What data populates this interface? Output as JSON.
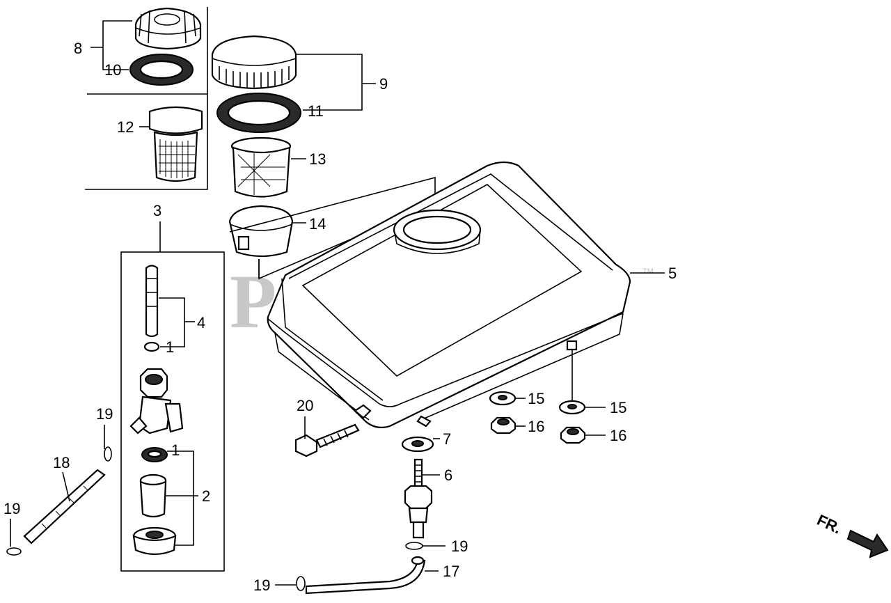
{
  "watermark": {
    "text": "PartsTree",
    "trademark": "™"
  },
  "direction_indicator": {
    "text": "FR."
  },
  "callouts": {
    "c1a": "1",
    "c1b": "1",
    "c2": "2",
    "c3": "3",
    "c4": "4",
    "c5": "5",
    "c6": "6",
    "c7": "7",
    "c8": "8",
    "c9": "9",
    "c10": "10",
    "c11": "11",
    "c12": "12",
    "c13": "13",
    "c14": "14",
    "c15a": "15",
    "c15b": "15",
    "c16a": "16",
    "c16b": "16",
    "c17": "17",
    "c18": "18",
    "c19a": "19",
    "c19b": "19",
    "c19c": "19",
    "c19d": "19",
    "c20": "20"
  }
}
